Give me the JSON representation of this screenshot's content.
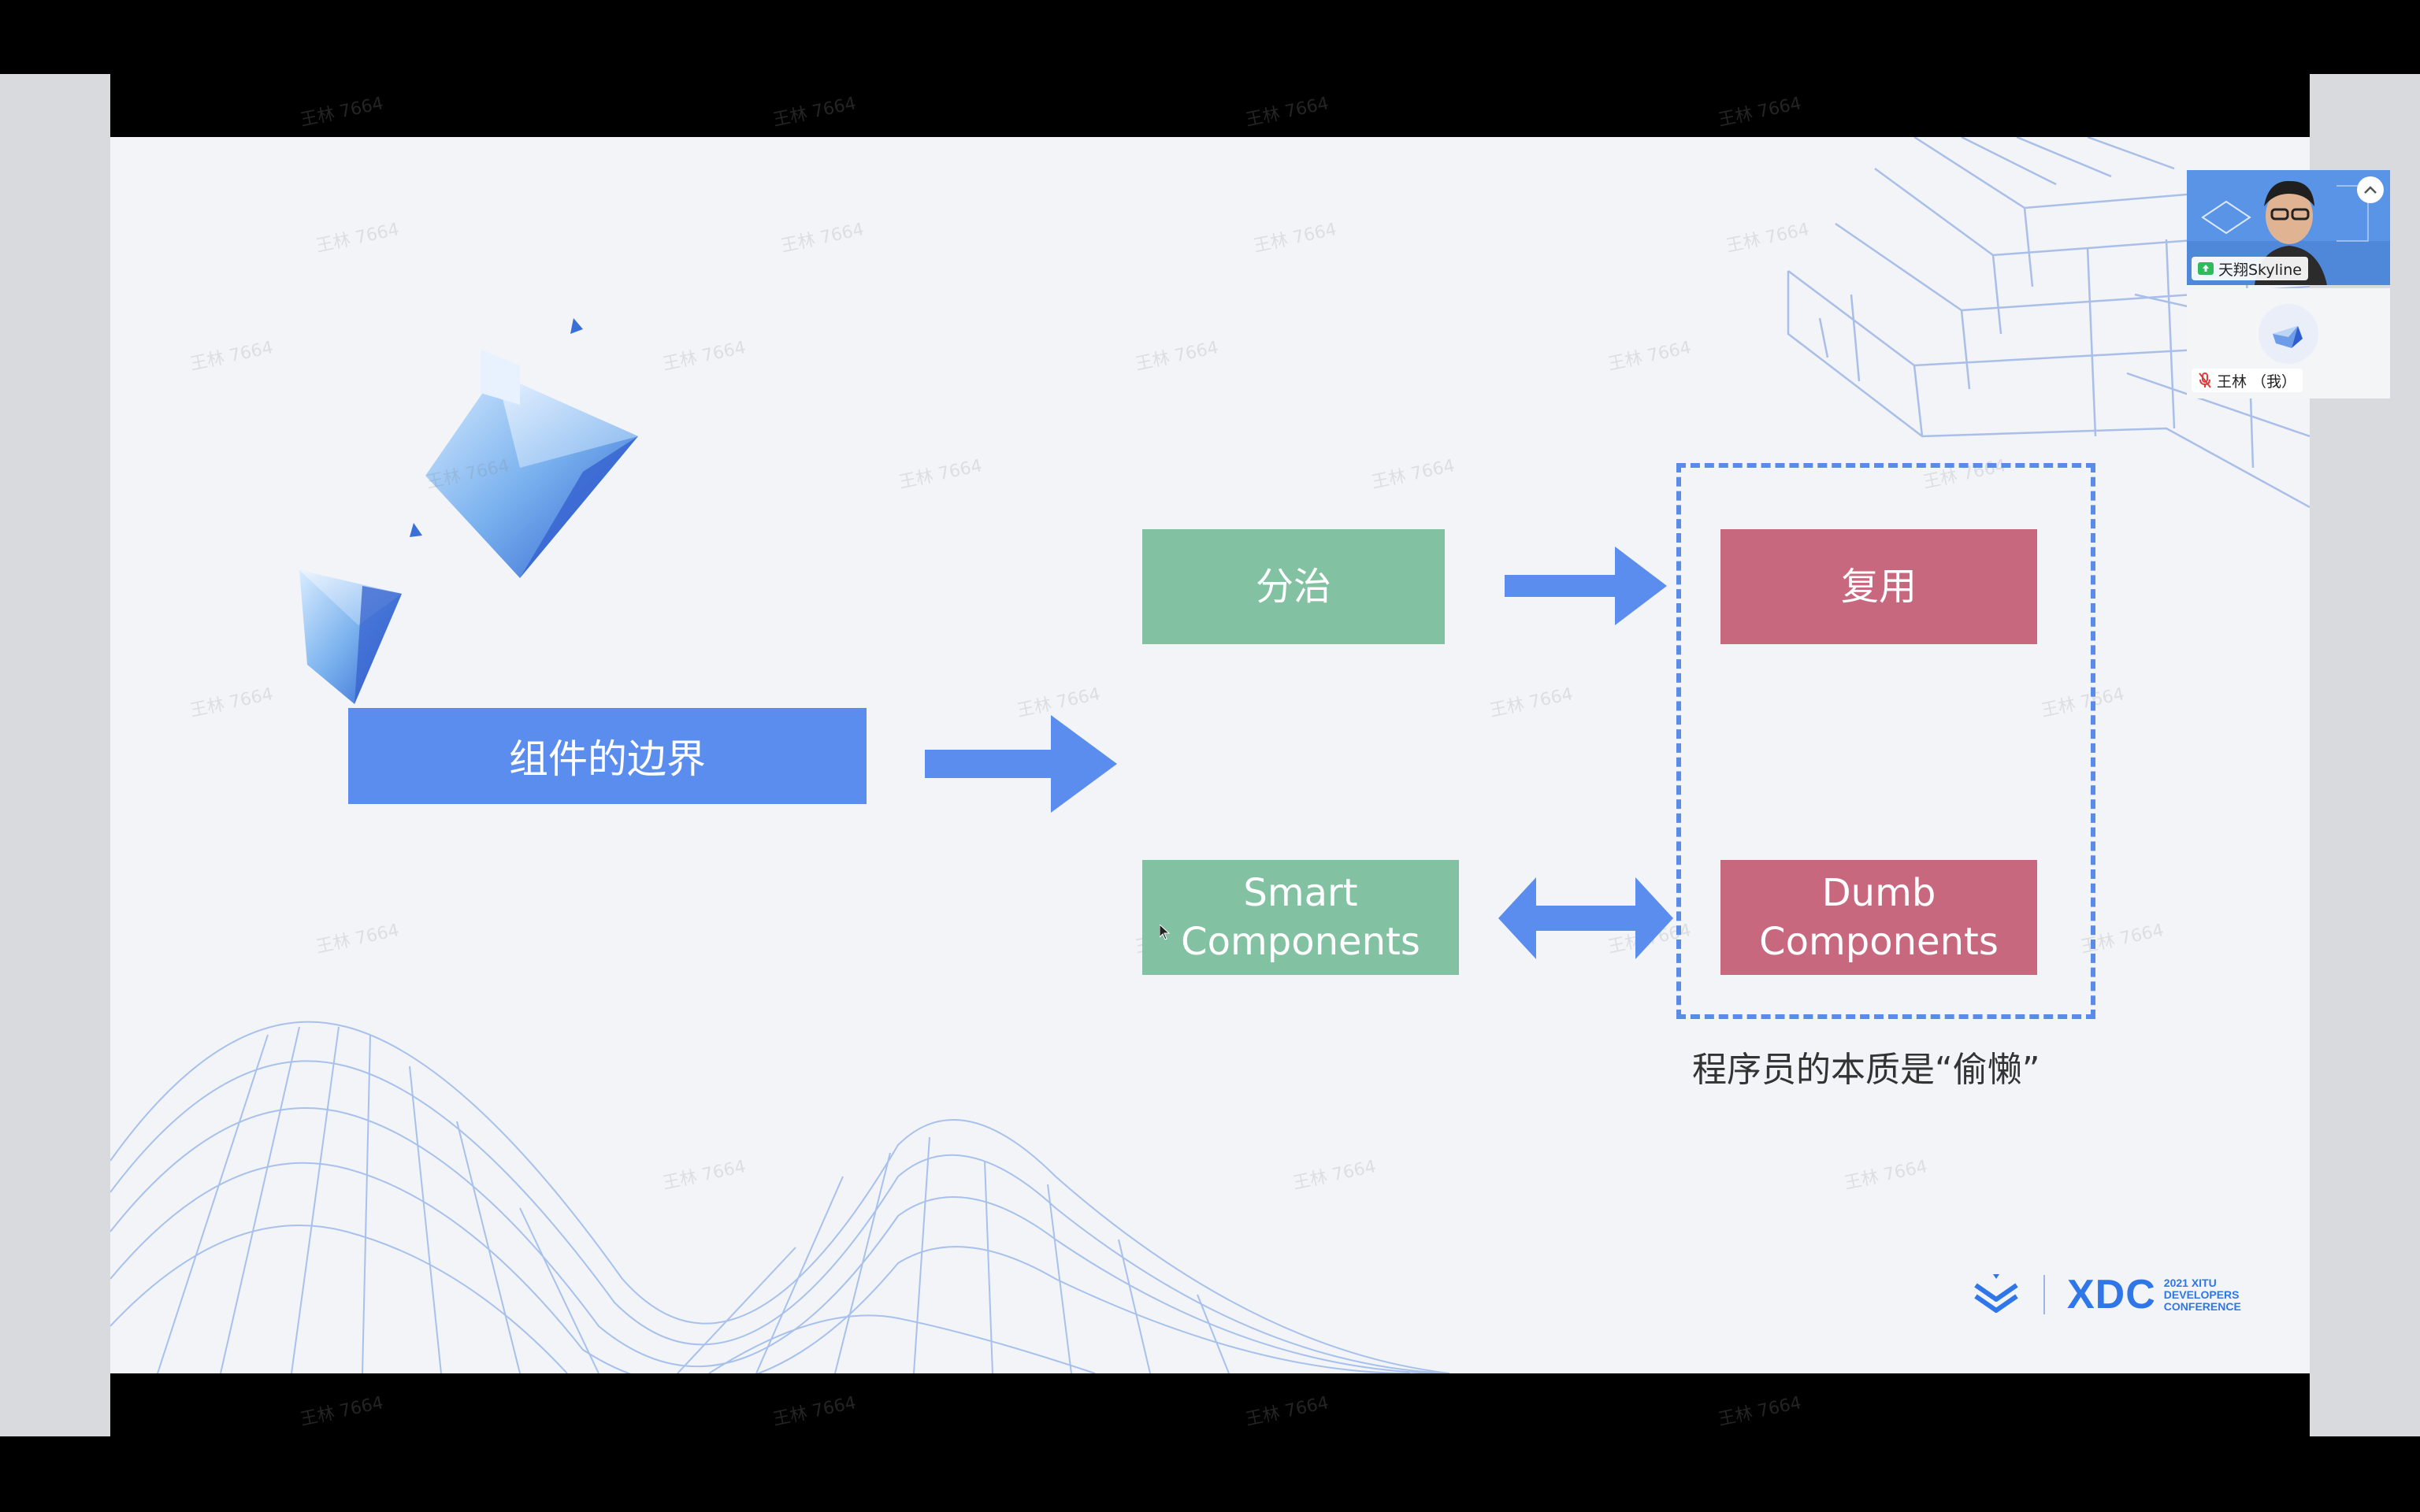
{
  "slide": {
    "title_box": "组件的边界",
    "top_left_box": "分治",
    "top_right_box": "复用",
    "bottom_left_box": "Smart\nComponents",
    "bottom_right_box": "Dumb\nComponents",
    "caption": "程序员的本质是“偷懒”",
    "logo": {
      "text": "XDC",
      "line1": "2021 XITU",
      "line2": "DEVELOPERS",
      "line3": "CONFERENCE"
    }
  },
  "watermark": "王林 7664",
  "participants": [
    {
      "name": "天翔Skyline",
      "icon": "screen-share-icon",
      "video": true
    },
    {
      "name": "王林 （我）",
      "icon": "mic-muted-icon",
      "video": false
    }
  ],
  "colors": {
    "blue": "#5b8def",
    "green": "#82c2a2",
    "red": "#c8687f",
    "dash": "#5b8be8",
    "arrow": "#5b8def"
  }
}
